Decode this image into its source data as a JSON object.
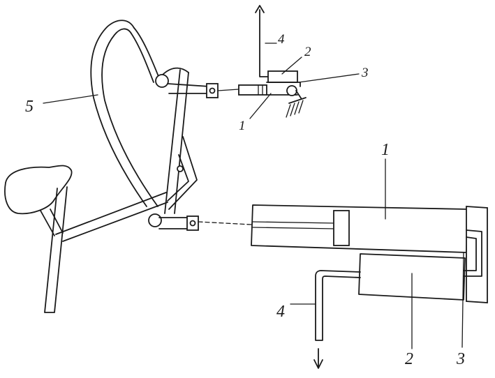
{
  "labels": {
    "frame": "5",
    "top_cylinder": "1",
    "top_reservoir": "2",
    "top_connector": "3",
    "top_pipe": "4",
    "bottom_cylinder": "1",
    "bottom_reservoir": "2",
    "bottom_connector": "3",
    "bottom_pipe": "4"
  }
}
